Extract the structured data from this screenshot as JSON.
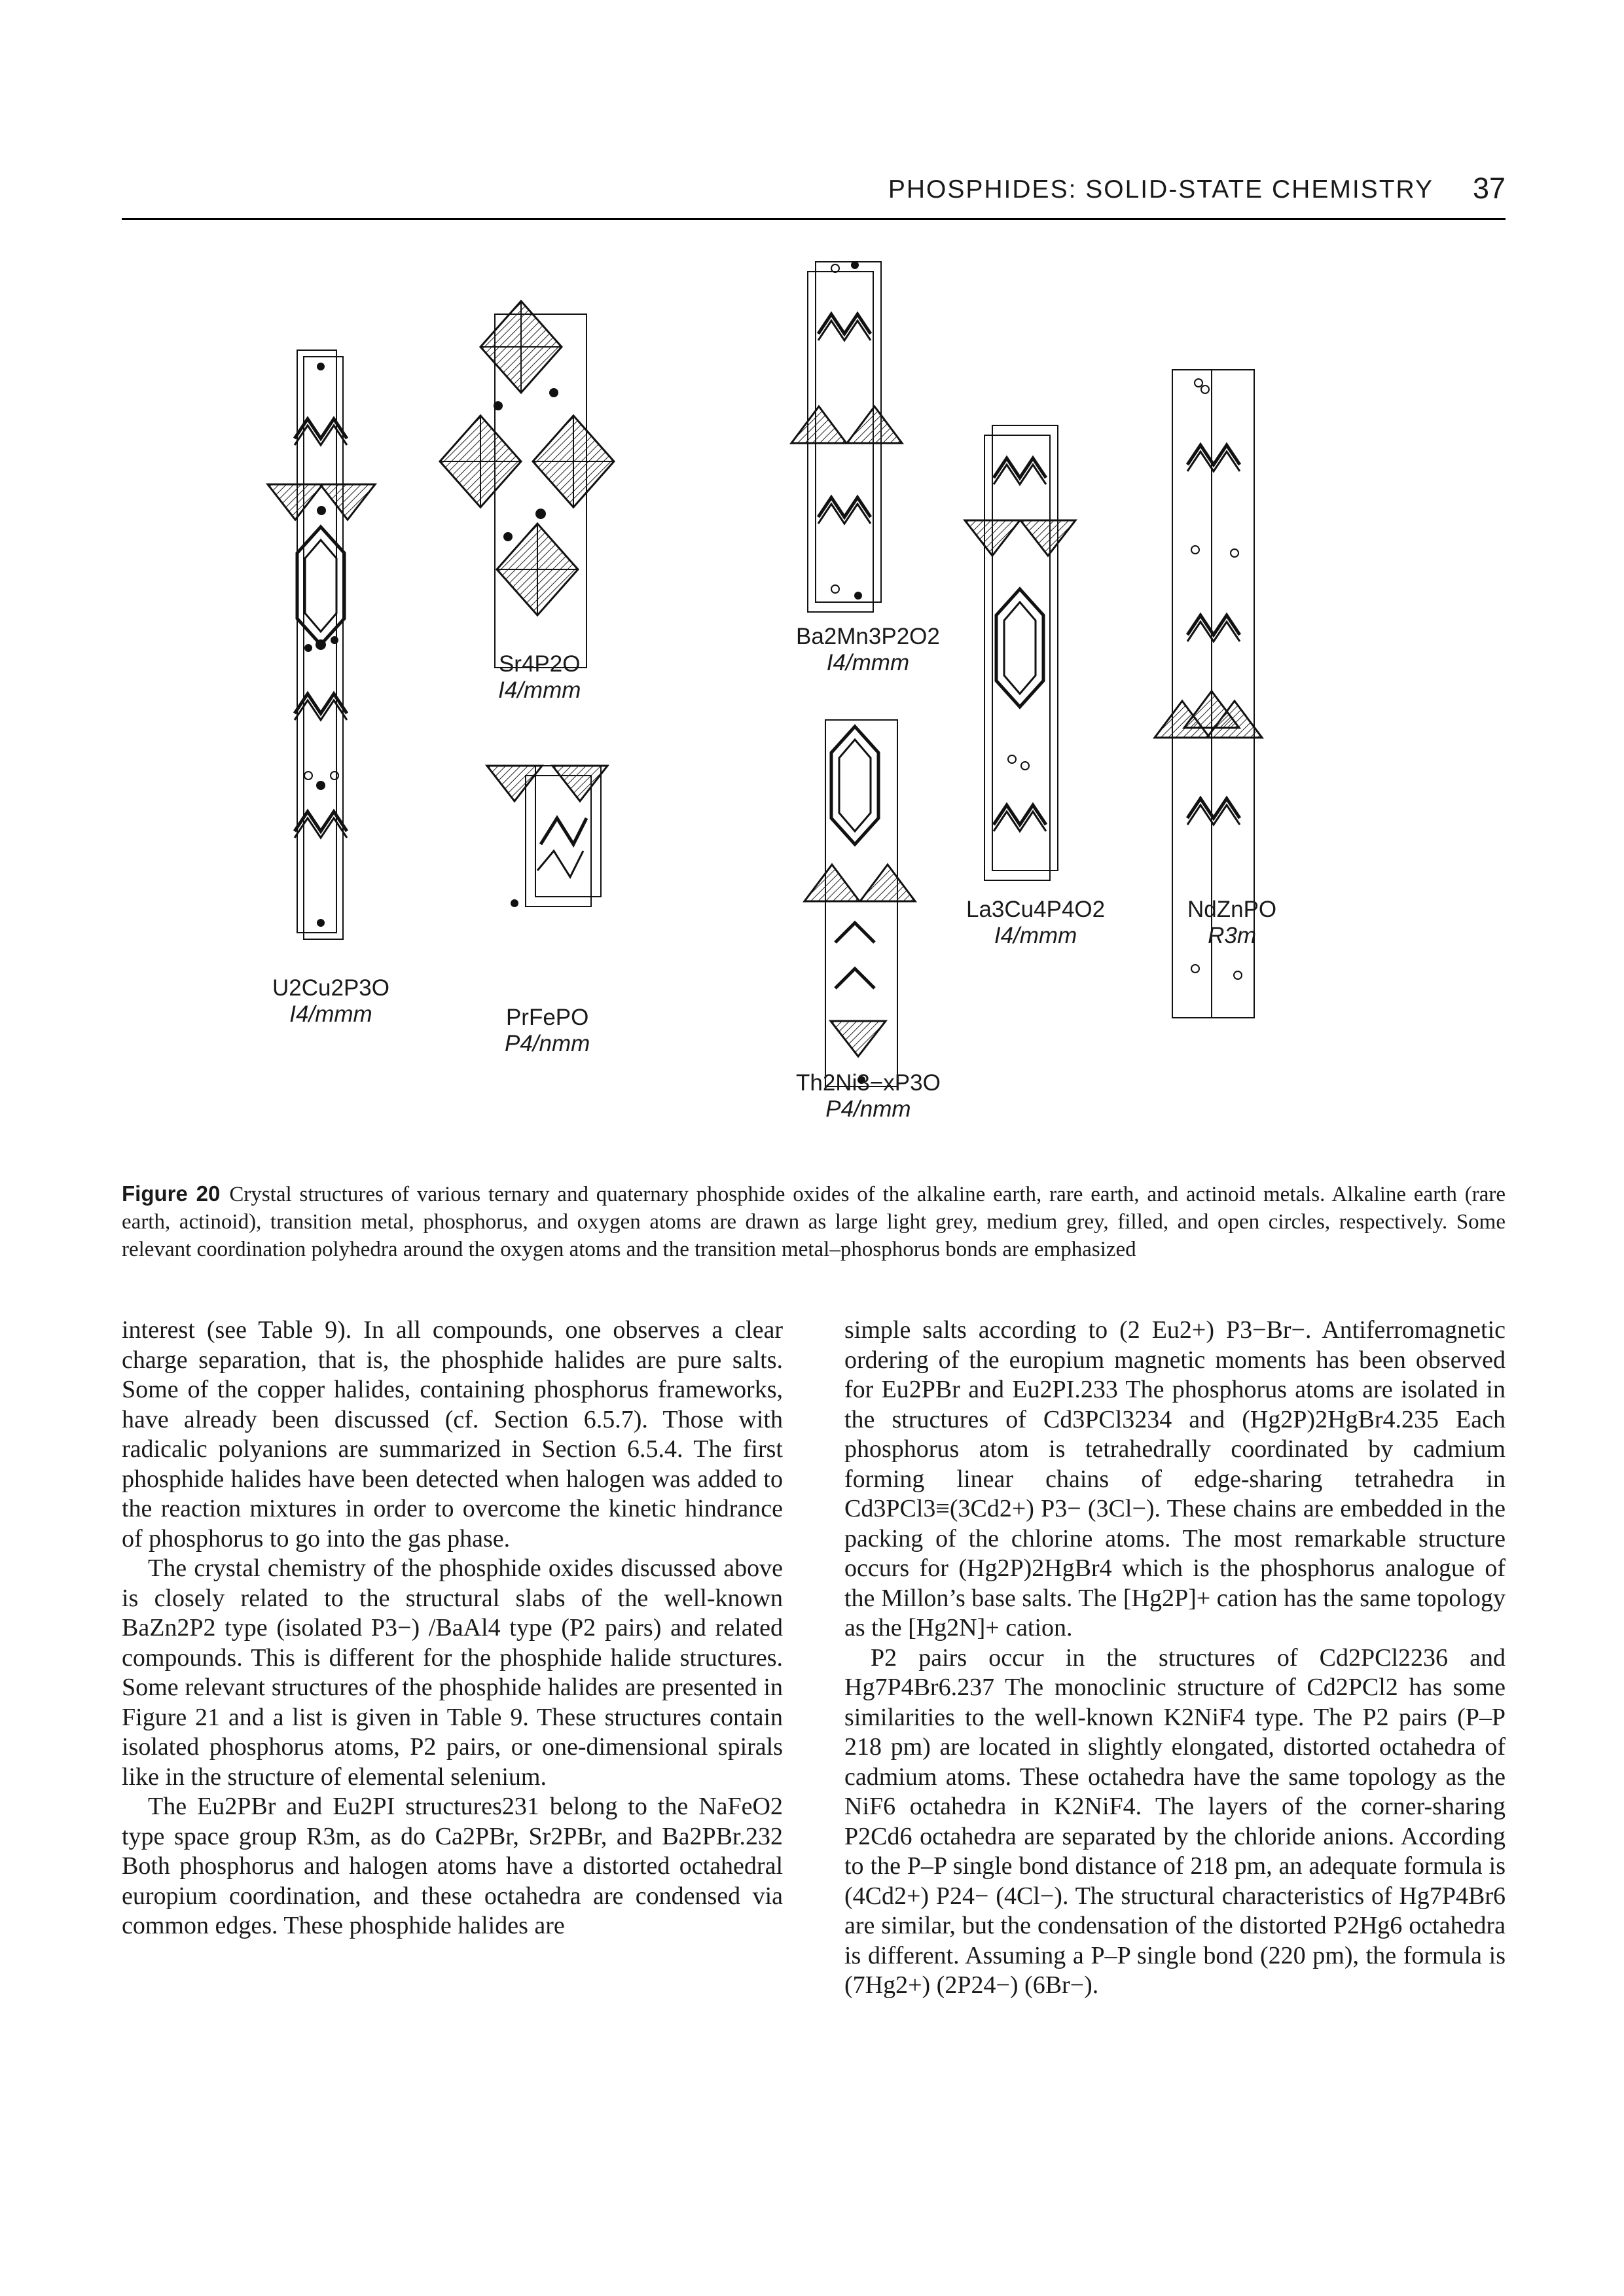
{
  "header": {
    "running_title": "PHOSPHIDES: SOLID-STATE CHEMISTRY",
    "page_number": "37"
  },
  "figure": {
    "structures": [
      {
        "formula": "U2Cu2P3O",
        "space_group": "I4/mmm"
      },
      {
        "formula": "Sr4P2O",
        "space_group": "I4/mmm"
      },
      {
        "formula": "PrFePO",
        "space_group": "P4/nmm"
      },
      {
        "formula": "Ba2Mn3P2O2",
        "space_group": "I4/mmm"
      },
      {
        "formula": "Th2Ni3−xP3O",
        "space_group": "P4/nmm"
      },
      {
        "formula": "La3Cu4P4O2",
        "space_group": "I4/mmm"
      },
      {
        "formula": "NdZnPO",
        "space_group": "R3m"
      }
    ],
    "caption_label": "Figure 20",
    "caption_text": "Crystal structures of various ternary and quaternary phosphide oxides of the alkaline earth, rare earth, and actinoid metals. Alkaline earth (rare earth, actinoid), transition metal, phosphorus, and oxygen atoms are drawn as large light grey, medium grey, filled, and open circles, respectively. Some relevant coordination polyhedra around the oxygen atoms and the transition metal–phosphorus bonds are emphasized"
  },
  "body": {
    "left_column": [
      "interest (see Table 9). In all compounds, one observes a clear charge separation, that is, the phosphide halides are pure salts. Some of the copper halides, containing phosphorus frameworks, have already been discussed (cf. Section 6.5.7). Those with radicalic polyanions are summarized in Section 6.5.4. The first phosphide halides have been detected when halogen was added to the reaction mixtures in order to overcome the kinetic hindrance of phosphorus to go into the gas phase.",
      "The crystal chemistry of the phosphide oxides discussed above is closely related to the structural slabs of the well-known BaZn2P2 type (isolated P3−) /BaAl4 type (P2 pairs) and related compounds. This is different for the phosphide halide structures. Some relevant structures of the phosphide halides are presented in Figure 21 and a list is given in Table 9. These structures contain isolated phosphorus atoms, P2 pairs, or one-dimensional spirals like in the structure of elemental selenium.",
      "The Eu2PBr and Eu2PI structures231 belong to the NaFeO2 type space group R3m, as do Ca2PBr, Sr2PBr, and Ba2PBr.232 Both phosphorus and halogen atoms have a distorted octahedral europium coordination, and these octahedra are condensed via common edges. These phosphide halides are"
    ],
    "right_column": [
      "simple salts according to (2 Eu2+) P3−Br−. Antiferromagnetic ordering of the europium magnetic moments has been observed for Eu2PBr and Eu2PI.233 The phosphorus atoms are isolated in the structures of Cd3PCl3234 and (Hg2P)2HgBr4.235 Each phosphorus atom is tetrahedrally coordinated by cadmium forming linear chains of edge-sharing tetrahedra in Cd3PCl3≡(3Cd2+) P3− (3Cl−). These chains are embedded in the packing of the chlorine atoms. The most remarkable structure occurs for (Hg2P)2HgBr4 which is the phosphorus analogue of the Millon’s base salts. The [Hg2P]+ cation has the same topology as the [Hg2N]+ cation.",
      "P2 pairs occur in the structures of Cd2PCl2236 and Hg7P4Br6.237 The monoclinic structure of Cd2PCl2 has some similarities to the well-known K2NiF4 type. The P2 pairs (P–P 218 pm) are located in slightly elongated, distorted octahedra of cadmium atoms. These octahedra have the same topology as the NiF6 octahedra in K2NiF4. The layers of the corner-sharing P2Cd6 octahedra are separated by the chloride anions. According to the P–P single bond distance of 218 pm, an adequate formula is (4Cd2+) P24− (4Cl−). The structural characteristics of Hg7P4Br6 are similar, but the condensation of the distorted P2Hg6 octahedra is different. Assuming a P–P single bond (220 pm), the formula is (7Hg2+) (2P24−) (6Br−)."
    ]
  }
}
